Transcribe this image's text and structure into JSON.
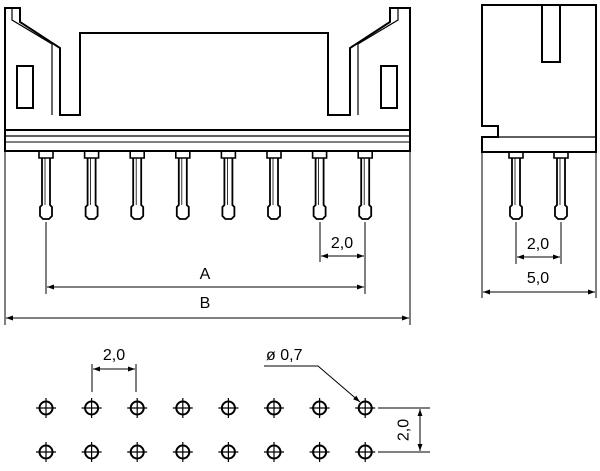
{
  "dimensions": {
    "pitch_front": "2,0",
    "length_a": "A",
    "length_b": "B",
    "pitch_side": "2,0",
    "depth_side": "5,0",
    "pitch_pcb_horizontal": "2,0",
    "hole_diameter": "ø 0,7",
    "pitch_pcb_vertical": "2,0"
  },
  "pin_count": 8,
  "pcb_rows": 2
}
